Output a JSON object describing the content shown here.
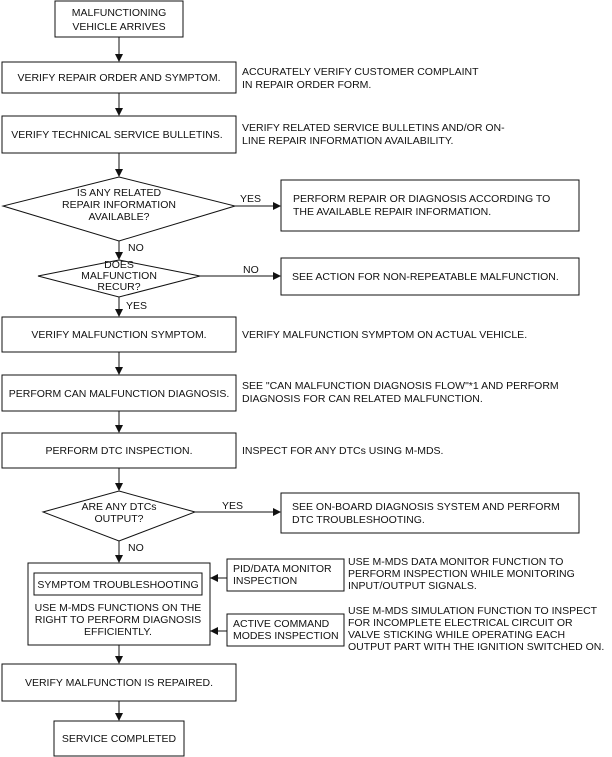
{
  "start": [
    "MALFUNCTIONING",
    "VEHICLE ARRIVES"
  ],
  "steps": {
    "verify_repair_order": "VERIFY REPAIR ORDER AND SYMPTOM.",
    "verify_tsb": "VERIFY TECHNICAL SERVICE BULLETINS.",
    "verify_symptom": "VERIFY MALFUNCTION SYMPTOM.",
    "can_diagnosis": "PERFORM CAN MALFUNCTION DIAGNOSIS.",
    "dtc_inspection": "PERFORM DTC INSPECTION.",
    "verify_repaired": "VERIFY MALFUNCTION IS REPAIRED.",
    "service_completed": "SERVICE COMPLETED"
  },
  "notes": {
    "repair_order": [
      "ACCURATELY VERIFY CUSTOMER COMPLAINT",
      "IN REPAIR ORDER FORM."
    ],
    "tsb": [
      "VERIFY RELATED SERVICE BULLETINS AND/OR ON-",
      "LINE REPAIR INFORMATION AVAILABILITY."
    ],
    "symptom": "VERIFY MALFUNCTION SYMPTOM ON ACTUAL VEHICLE.",
    "can": [
      "SEE \"CAN MALFUNCTION DIAGNOSIS FLOW\"*1 AND PERFORM",
      "DIAGNOSIS FOR CAN RELATED MALFUNCTION."
    ],
    "dtc": "INSPECT FOR ANY DTCs USING M-MDS.",
    "pid": [
      "USE M-MDS DATA MONITOR FUNCTION TO",
      "PERFORM INSPECTION WHILE MONITORING",
      "INPUT/OUTPUT SIGNALS."
    ],
    "active": [
      "USE M-MDS SIMULATION FUNCTION TO INSPECT",
      "FOR INCOMPLETE ELECTRICAL CIRCUIT OR",
      "VALVE STICKING WHILE OPERATING EACH",
      "OUTPUT PART WITH THE IGNITION SWITCHED ON."
    ]
  },
  "decisions": {
    "repair_info": [
      "IS ANY RELATED",
      "REPAIR INFORMATION",
      "AVAILABLE?"
    ],
    "recur": [
      "DOES",
      "MALFUNCTION",
      "RECUR?"
    ],
    "dtc_output": [
      "ARE ANY DTCs",
      "OUTPUT?"
    ]
  },
  "branches": {
    "repair_info_yes": [
      "PERFORM REPAIR OR DIAGNOSIS ACCORDING TO",
      "THE AVAILABLE REPAIR INFORMATION."
    ],
    "recur_no": "SEE ACTION FOR NON-REPEATABLE MALFUNCTION.",
    "dtc_yes": [
      "SEE ON-BOARD DIAGNOSIS SYSTEM AND PERFORM",
      "DTC TROUBLESHOOTING."
    ]
  },
  "labels": {
    "yes": "YES",
    "no": "NO"
  },
  "symptom_group": {
    "title": "SYMPTOM TROUBLESHOOTING",
    "body": [
      "USE M-MDS FUNCTIONS ON THE",
      "RIGHT TO PERFORM DIAGNOSIS",
      "EFFICIENTLY."
    ]
  },
  "tools": {
    "pid": [
      "PID/DATA MONITOR",
      "INSPECTION"
    ],
    "active": [
      "ACTIVE COMMAND",
      "MODES INSPECTION"
    ]
  }
}
